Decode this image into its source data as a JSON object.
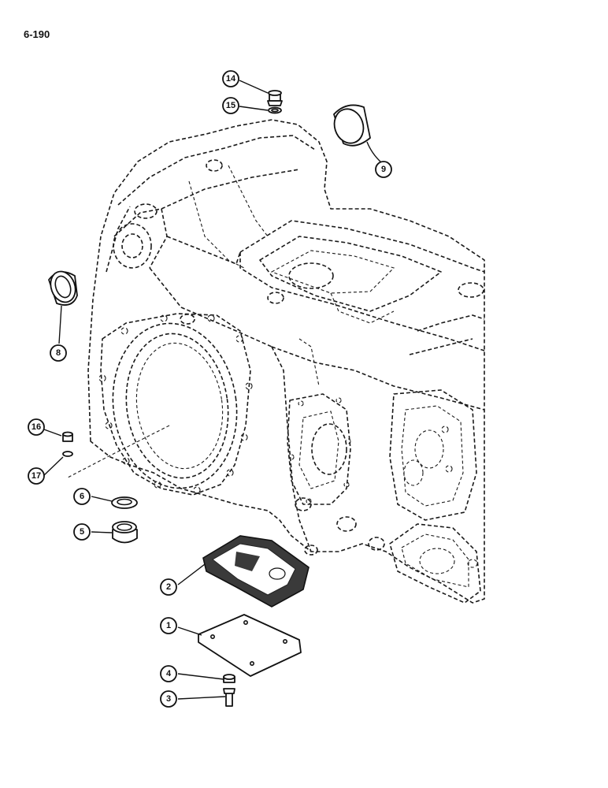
{
  "page_code": "6-190",
  "callouts": [
    {
      "id": "c1",
      "label": "1"
    },
    {
      "id": "c2",
      "label": "2"
    },
    {
      "id": "c3",
      "label": "3"
    },
    {
      "id": "c4",
      "label": "4"
    },
    {
      "id": "c5",
      "label": "5"
    },
    {
      "id": "c6",
      "label": "6"
    },
    {
      "id": "c8",
      "label": "8"
    },
    {
      "id": "c9",
      "label": "9"
    },
    {
      "id": "c14",
      "label": "14"
    },
    {
      "id": "c15",
      "label": "15"
    },
    {
      "id": "c16",
      "label": "16"
    },
    {
      "id": "c17",
      "label": "17"
    }
  ],
  "colors": {
    "ink": "#111111",
    "paper": "#ffffff"
  }
}
